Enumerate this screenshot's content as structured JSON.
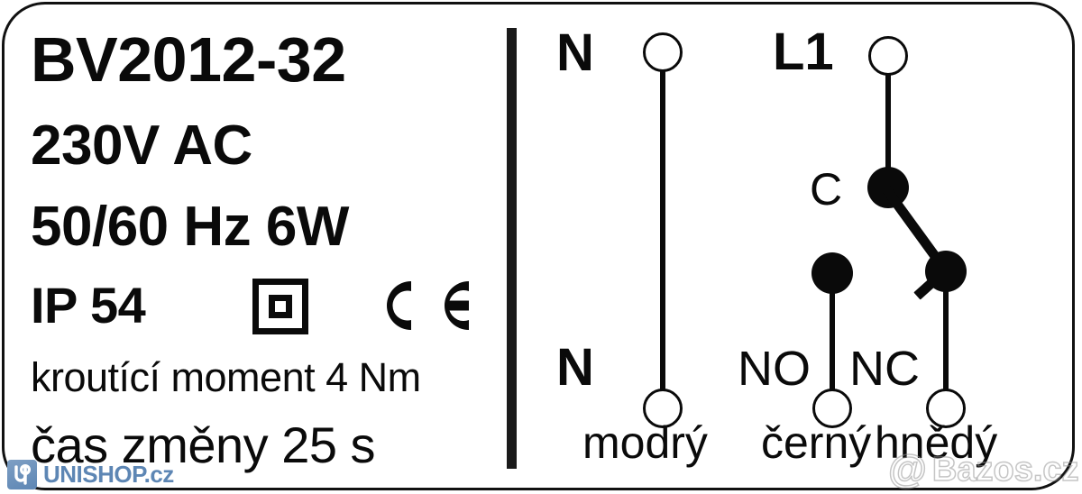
{
  "plate": {
    "spec": {
      "model": "BV2012-32",
      "voltage": "230V AC",
      "frequency_power": "50/60 Hz  6W",
      "ip_rating": "IP 54",
      "torque": "kroutící moment 4 Nm",
      "switch_time": "čas změny 25 s",
      "class2_symbol_name": "double-insulation-class-II",
      "ce_symbol_name": "ce-mark"
    },
    "diagram": {
      "title_terminals": {
        "neutral_top": "N",
        "line_top": "L1",
        "neutral_bottom": "N",
        "common": "C",
        "normally_open": "NO",
        "normally_closed": "NC"
      },
      "wire_colors": {
        "neutral": "modrý",
        "no": "černý",
        "nc": "hnědý"
      }
    },
    "branding": {
      "unishop": "UNISHOP.cz",
      "bazos_at": "@",
      "bazos": "Bazos.cz"
    },
    "colors": {
      "ink": "#0a0a0a",
      "divider": "#1a1a1a",
      "unishop_blue": "#5d86b4",
      "watermark_gray": "#969696",
      "background": "#ffffff"
    }
  }
}
